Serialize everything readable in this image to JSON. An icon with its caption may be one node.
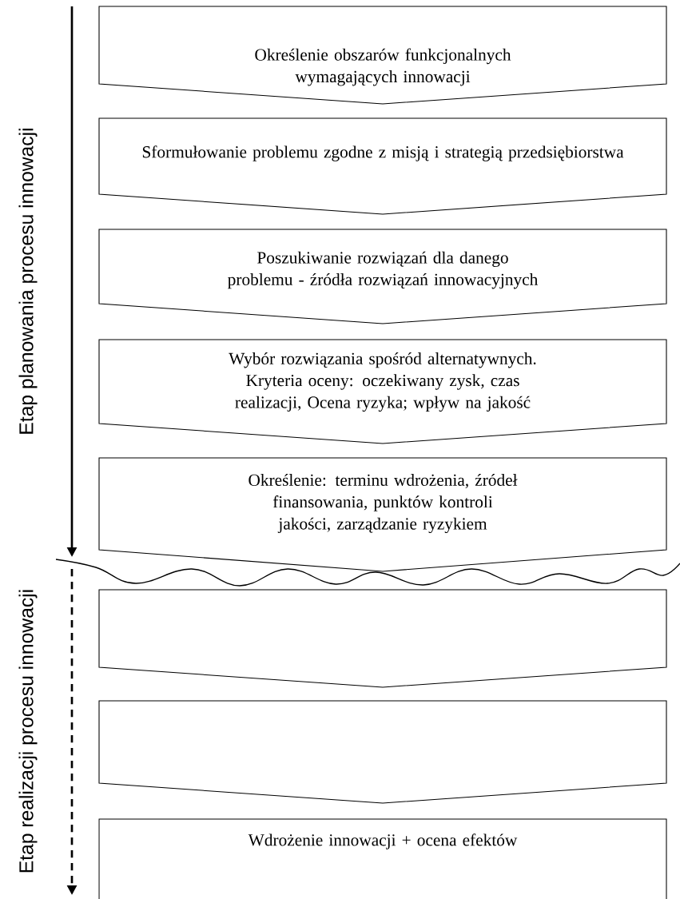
{
  "diagram": {
    "nodes": [
      {
        "text": [
          "Określenie obszarów funkcjonalnych wymagających innowacji"
        ]
      },
      {
        "text": [
          "Sformułowanie problemu zgodne z misją i strategią przedsiębiorstwa"
        ]
      },
      {
        "text": [
          "Poszukiwanie rozwiązań dla danego problemu - źródła rozwiązań innowacyjnych"
        ]
      },
      {
        "text": [
          "Wybór rozwiązania spośród alternatywnych. Kryteria oceny: oczekiwany zysk, czas realizacji, Ocena ryzyka; wpływ na jakość"
        ]
      },
      {
        "text": [
          "Określenie: terminu wdrożenia, źródeł finansowania, punktów kontroli jakości, zarządzanie ryzykiem"
        ]
      },
      {
        "text": [],
        "shape": "box"
      },
      {
        "text": [],
        "shape": "box"
      },
      {
        "text": [
          "Wdrożenie innowacji + ocena efektów"
        ]
      }
    ],
    "edges": [],
    "labels": [
      "Etap planowania  procesu innowacji",
      "Etap realizacji procesu innowacji"
    ]
  }
}
